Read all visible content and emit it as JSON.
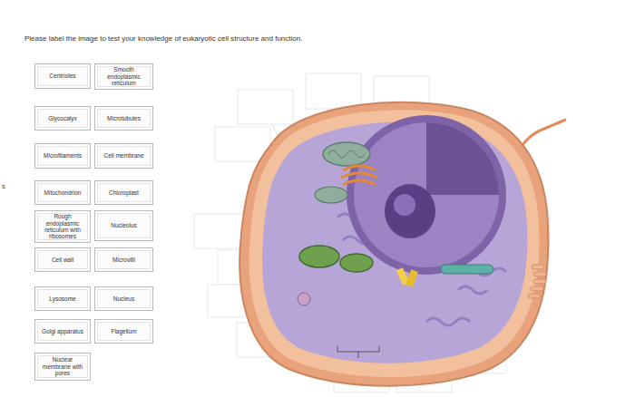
{
  "diagram": {
    "title": "Please label the image to test your knowledge of eukaryotic cell structure and function.",
    "nodes": [
      {
        "text": [
          "Centrioles"
        ]
      },
      {
        "text": [
          "Smooth endoplasmic reticulum"
        ]
      },
      {
        "text": [
          "Glycocalyx"
        ]
      },
      {
        "text": [
          "Microtubules"
        ]
      },
      {
        "text": [
          "Microfilaments"
        ]
      },
      {
        "text": [
          "Cell membrane"
        ]
      },
      {
        "text": [
          "Mitochondrion"
        ]
      },
      {
        "text": [
          "Chloroplast"
        ]
      },
      {
        "text": [
          "Rough endoplasmic reticulum with ribosomes"
        ]
      },
      {
        "text": [
          "Nucleolus"
        ]
      },
      {
        "text": [
          "Cell wall"
        ]
      },
      {
        "text": [
          "Microvilli"
        ]
      },
      {
        "text": [
          "Lysosome"
        ]
      },
      {
        "text": [
          "Nucleus"
        ]
      },
      {
        "text": [
          "Golgi apparatus"
        ]
      },
      {
        "text": [
          "Flagellum"
        ]
      },
      {
        "text": [
          "Nuclear membrane with pores"
        ]
      }
    ],
    "labels": [
      "s"
    ]
  }
}
